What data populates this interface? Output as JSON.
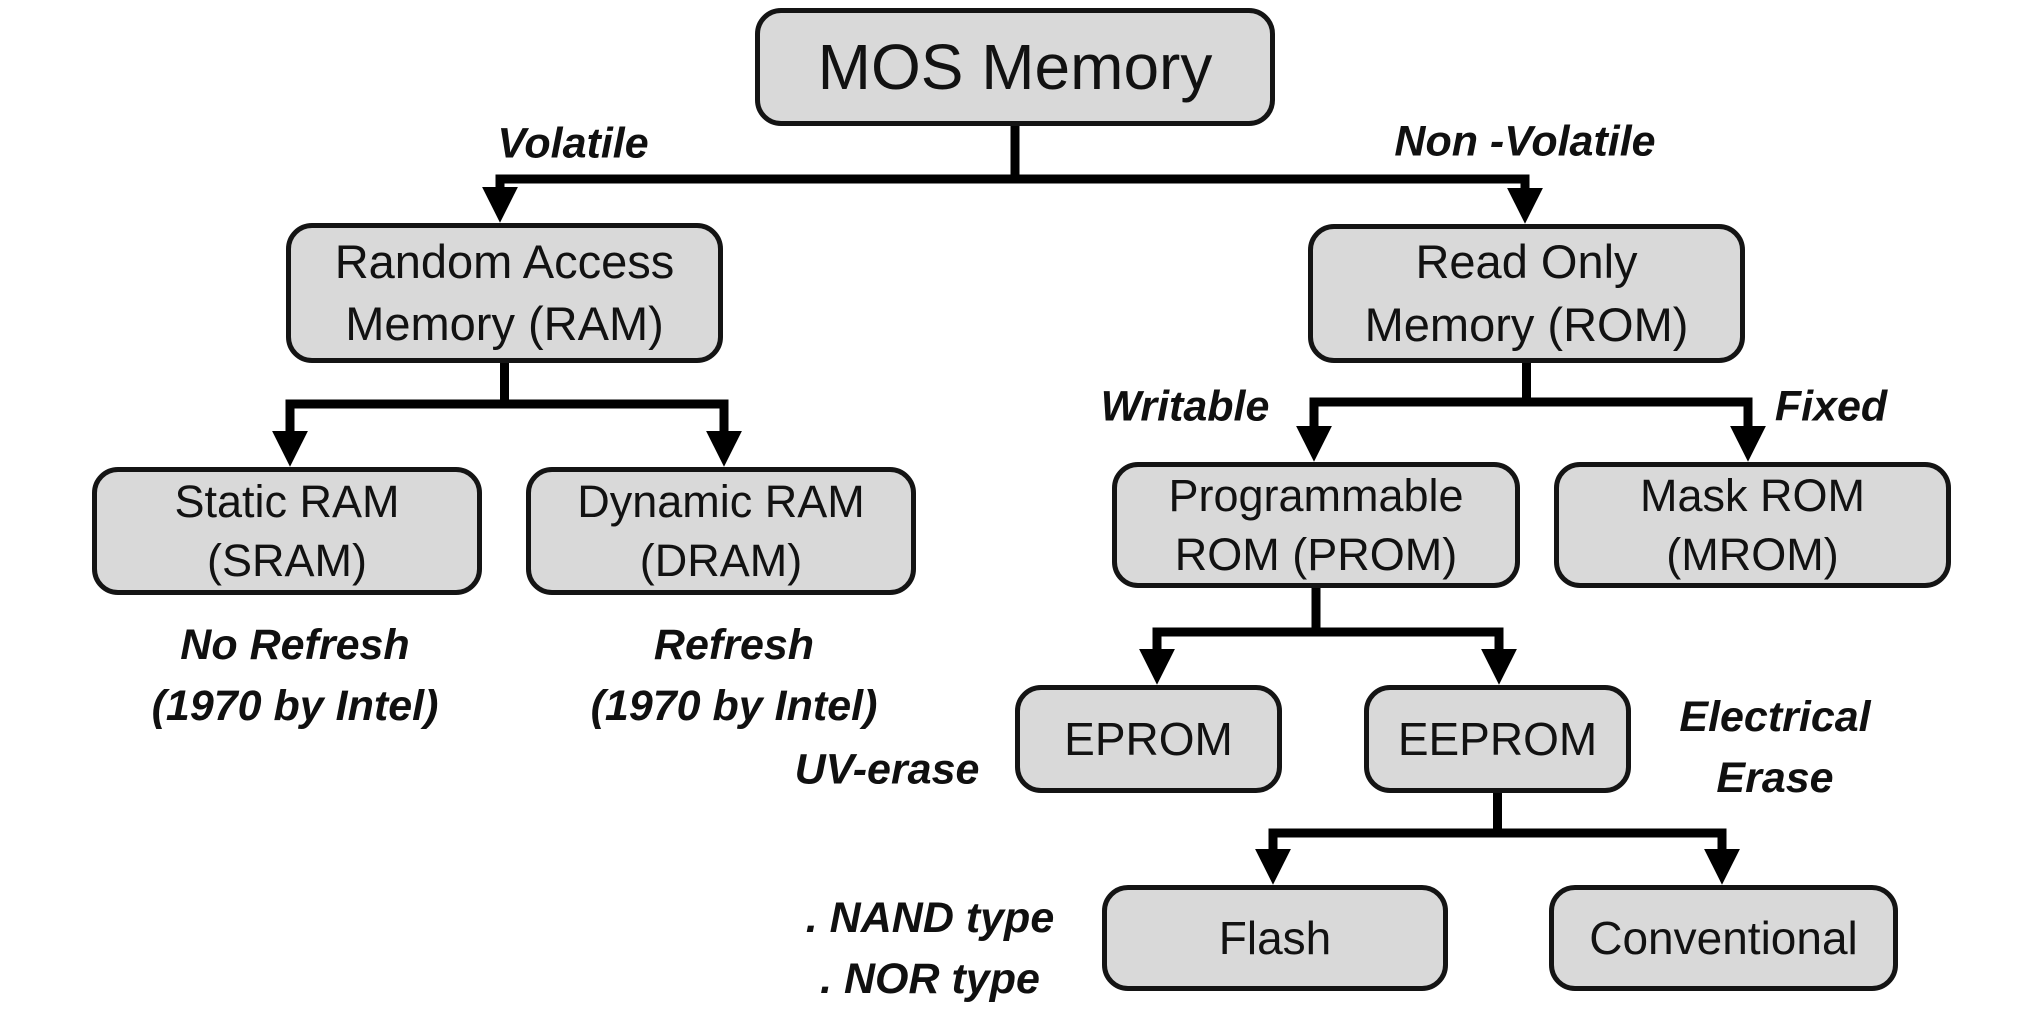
{
  "diagram": {
    "title": "MOS Memory tree",
    "type": "tree-diagram",
    "nodes": {
      "mos": "MOS Memory",
      "ram": "Random Access\nMemory (RAM)",
      "rom": "Read Only\nMemory (ROM)",
      "sram": "Static RAM\n(SRAM)",
      "dram": "Dynamic RAM\n(DRAM)",
      "prom": "Programmable\nROM (PROM)",
      "mrom": "Mask ROM\n(MROM)",
      "eprom": "EPROM",
      "eeprom": "EEPROM",
      "flash": "Flash",
      "conventional": "Conventional"
    },
    "annotations": {
      "volatile": "Volatile",
      "non_volatile": "Non -Volatile",
      "writable": "Writable",
      "fixed": "Fixed",
      "sram_note": "No Refresh\n(1970 by Intel)",
      "dram_note": "Refresh\n(1970 by Intel)",
      "uv_erase": "UV-erase",
      "electrical_erase": "Electrical\nErase",
      "flash_types": ". NAND type\n. NOR type"
    },
    "colors": {
      "background": "#ffffff",
      "box_fill": "#d9d9d9",
      "box_border": "#141414",
      "connector": "#000000",
      "text": "#121212"
    }
  }
}
